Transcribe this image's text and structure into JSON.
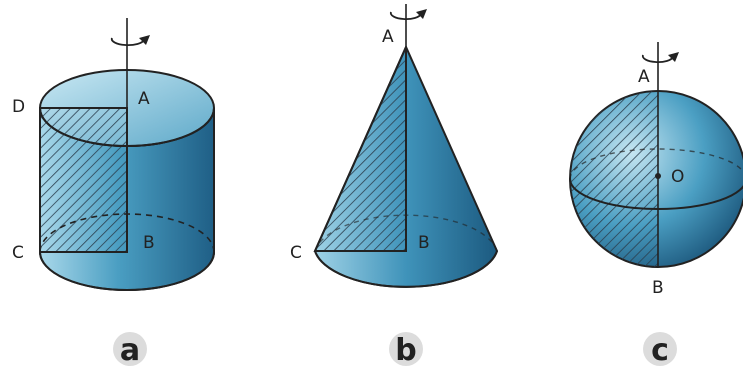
{
  "figures": [
    {
      "shape": "cylinder",
      "caption": "a",
      "points": {
        "A": "A",
        "B": "B",
        "C": "C",
        "D": "D"
      }
    },
    {
      "shape": "cone",
      "caption": "b",
      "points": {
        "A": "A",
        "B": "B",
        "C": "C"
      }
    },
    {
      "shape": "sphere",
      "caption": "c",
      "points": {
        "A": "A",
        "B": "B",
        "O": "O"
      }
    }
  ],
  "colors": {
    "solid_light": "#a9d8ea",
    "solid_mid": "#4a9ec2",
    "solid_dark": "#1f5f86",
    "outline": "#222222",
    "hatch": "#2b3f4f",
    "caption_circle": "#dcdcdc"
  },
  "icons": [
    "rotation-arrow-icon"
  ]
}
